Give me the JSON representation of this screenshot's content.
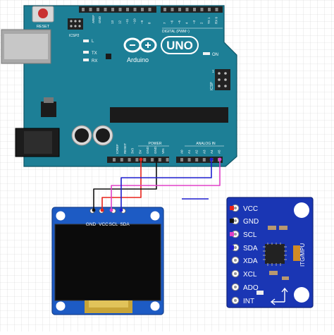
{
  "arduino": {
    "reset_label": "RESET",
    "icsp2_label": "ICSP2",
    "icsp_label": "ICSP",
    "brand": "Arduino",
    "model": "UNO",
    "led_l": "L",
    "led_tx": "TX",
    "led_rx": "RX",
    "on_label": "ON",
    "digital_header": "DIGITAL (PWM~)",
    "aref": "AREF",
    "gnd_top": "GND",
    "digital_pins": [
      "13",
      "12",
      "~11",
      "~10",
      "~9",
      "8",
      "7",
      "~6",
      "~5",
      "4",
      "~3",
      "2",
      "TX 1",
      "RX 0"
    ],
    "power_header": "POWER",
    "power_pins": [
      "IOREF",
      "RESET",
      "3V3",
      "5V",
      "GND",
      "GND",
      "VIN"
    ],
    "analog_header": "ANALOG IN",
    "analog_pins": [
      "A0",
      "A1",
      "A2",
      "A3",
      "A4",
      "A5"
    ],
    "icsp_one": "1"
  },
  "oled": {
    "pins": [
      "GND",
      "VCC",
      "SCL",
      "SDA"
    ]
  },
  "mpu": {
    "pins": [
      "VCC",
      "GND",
      "SCL",
      "SDA",
      "XDA",
      "XCL",
      "ADO",
      "INT"
    ],
    "chip_text": "ITG/MPU"
  },
  "colors": {
    "board_teal": "#1d7f96",
    "board_dark": "#15677a",
    "mpu_blue": "#1a36b4",
    "oled_blue": "#1d5bc4",
    "wire_red": "#e8221a",
    "wire_black": "#111111",
    "wire_magenta": "#e040c8",
    "wire_blue": "#1f1fd0"
  }
}
